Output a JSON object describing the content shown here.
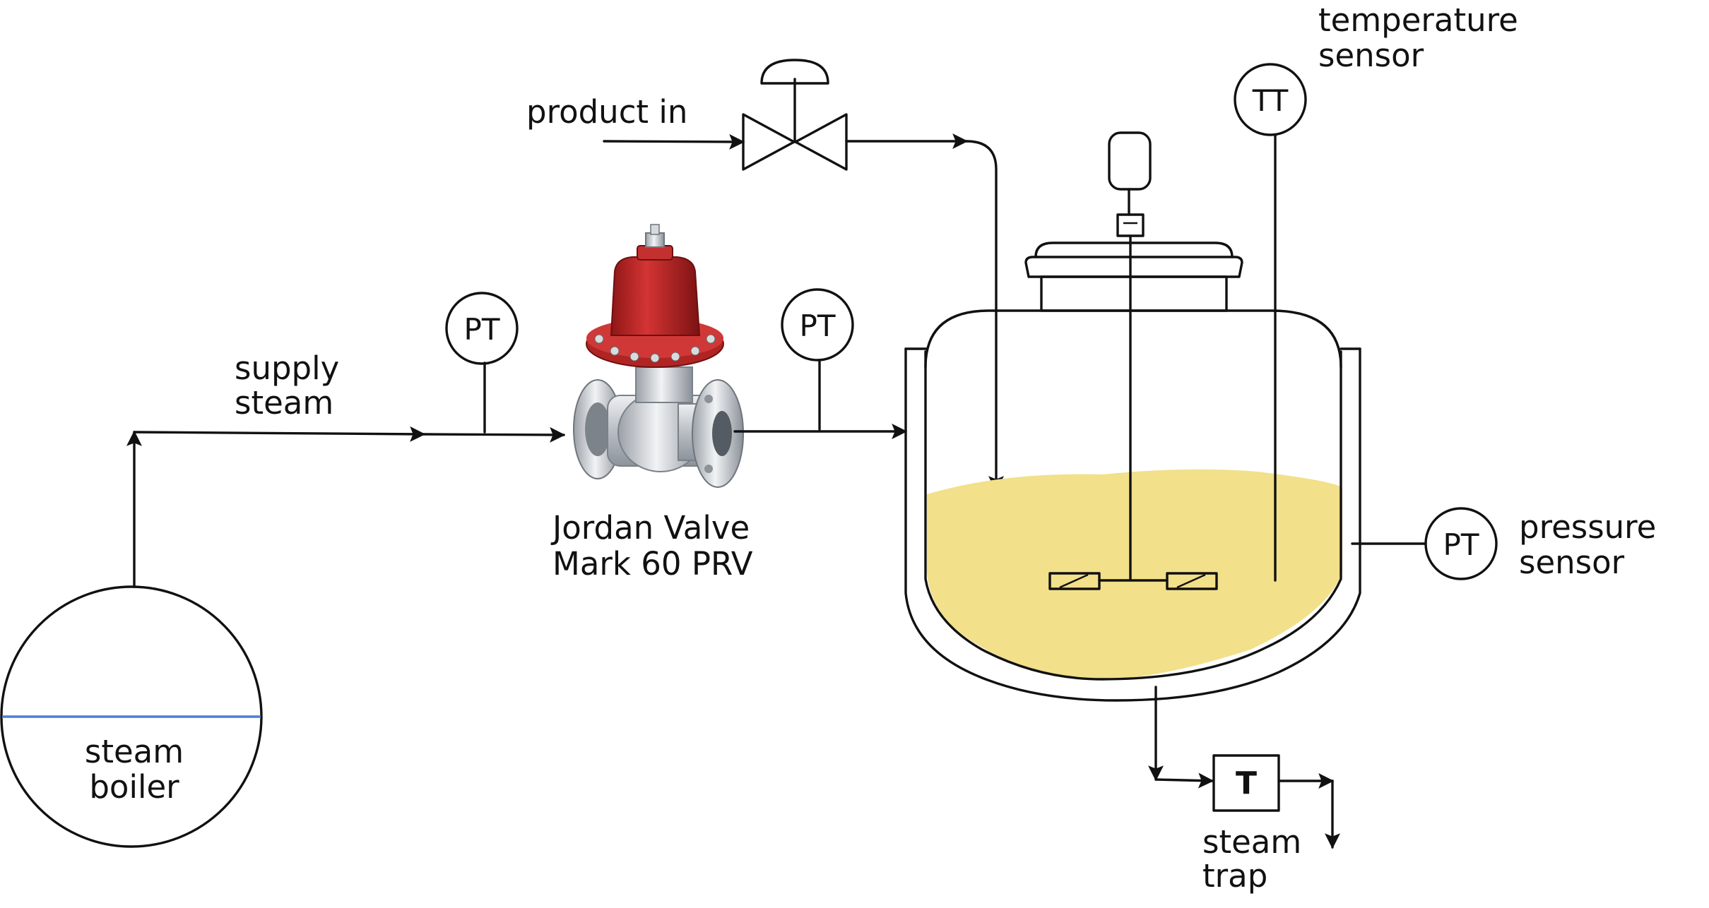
{
  "labels": {
    "supply_steam": [
      "supply",
      "steam"
    ],
    "product_in": "product in",
    "valve": [
      "Jordan Valve",
      "Mark 60 PRV"
    ],
    "temperature_sensor": [
      "temperature",
      "sensor"
    ],
    "pressure_sensor": [
      "pressure",
      "sensor"
    ],
    "steam_boiler": [
      "steam",
      "boiler"
    ],
    "steam_trap": [
      "steam",
      "trap"
    ]
  },
  "instruments": {
    "pt_upstream": "PT",
    "pt_downstream": "PT",
    "pt_vessel": "PT",
    "tt_vessel": "TT",
    "trap": "T"
  },
  "colors": {
    "line": "#111111",
    "product_fill": "#f2e08a",
    "boiler_water_line": "#4a7fd6",
    "valve_bonnet": "#c52a2a",
    "valve_body": "#c4c8cc"
  }
}
